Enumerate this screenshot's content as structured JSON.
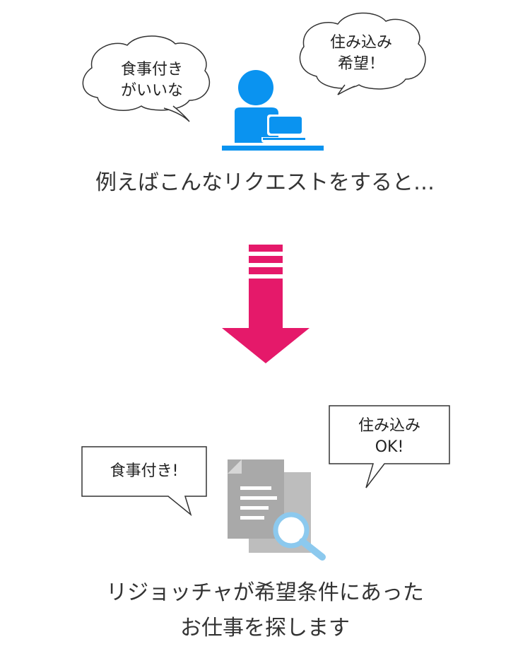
{
  "top": {
    "bubble_left_line1": "食事付き",
    "bubble_left_line2": "がいいな",
    "bubble_right_line1": "住み込み",
    "bubble_right_line2": "希望！",
    "caption": "例えばこんなリクエストをすると…"
  },
  "bottom": {
    "box_left": "食事付き!",
    "box_right_line1": "住み込み",
    "box_right_line2": "OK!",
    "caption_line1": "リジョッチャが希望条件にあった",
    "caption_line2": "お仕事を探します"
  },
  "colors": {
    "person": "#0a93f0",
    "arrow": "#e5196a",
    "document": "#b8b8b8",
    "magnifier": "#8cc9ee"
  }
}
